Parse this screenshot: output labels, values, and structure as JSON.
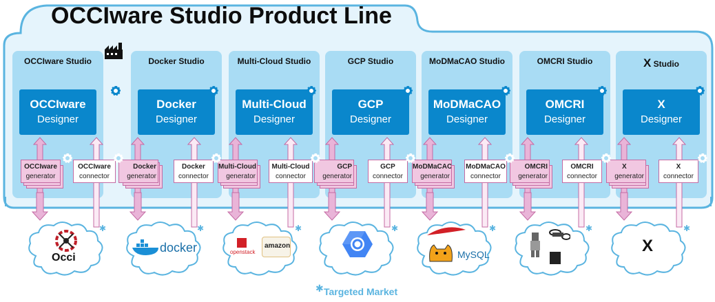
{
  "title": "OCCIware Studio Product Line",
  "designer_label": "Designer",
  "generator_label": "generator",
  "connector_label": "connector",
  "studios": [
    {
      "tab": "OCCIware Studio",
      "designer": "OCCIware",
      "generator": "OCCIware",
      "connector": "OCCIware",
      "market": "Occi"
    },
    {
      "tab": "Docker Studio",
      "designer": "Docker",
      "generator": "Docker",
      "connector": "Docker",
      "market": "docker"
    },
    {
      "tab": "Multi-Cloud Studio",
      "designer": "Multi-Cloud",
      "generator": "Multi-Cloud",
      "connector": "Multi-Cloud",
      "market_a": "openstack",
      "market_b": "amazon"
    },
    {
      "tab": "GCP Studio",
      "designer": "GCP",
      "generator": "GCP",
      "connector": "GCP",
      "market": ""
    },
    {
      "tab": "MoDMaCAO Studio",
      "designer": "MoDMaCAO",
      "generator": "MoDMaCAO",
      "connector": "MoDMaCAO",
      "market": "MySQL"
    },
    {
      "tab": "OMCRI Studio",
      "designer": "OMCRI",
      "generator": "OMCRI",
      "connector": "OMCRI",
      "market": ""
    },
    {
      "tab": "X Studio",
      "tab_x": "X",
      "tab_rest": "Studio",
      "designer": "X",
      "generator": "X",
      "connector": "X",
      "market": "X"
    }
  ],
  "legend": "Targeted Market",
  "colors": {
    "panel": "#a9dcf4",
    "designer": "#0a87cc",
    "frame": "#5ab4e0",
    "arrow": "#e9b4d8",
    "arrow_stroke": "#c46aa3"
  }
}
